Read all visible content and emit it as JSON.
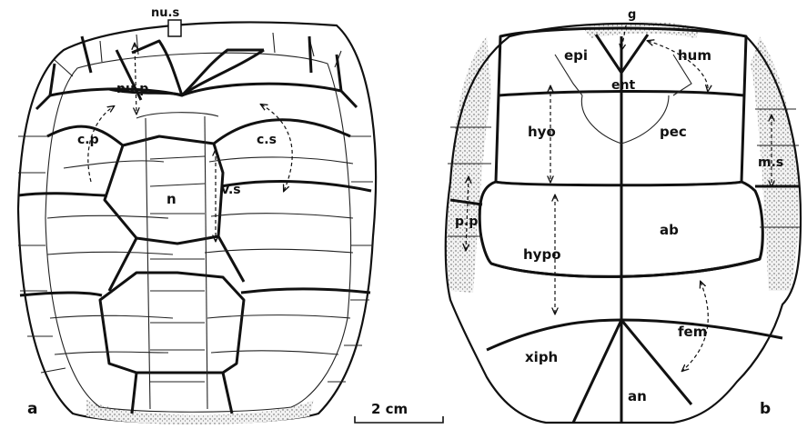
{
  "panels": {
    "a": "a",
    "b": "b"
  },
  "scale_bar": {
    "label": "2 cm"
  },
  "carapace_labels": {
    "nuchal_scute": "nu.s",
    "nuchal_plate": "nu.p",
    "costal_plate": "c.p",
    "costal_scute": "c.s",
    "neural": "n",
    "vertebral_scute": "v.s"
  },
  "plastron_labels": {
    "gular": "g",
    "epiplastron": "epi",
    "humeral": "hum",
    "entoplastron": "ent",
    "hyoplastron": "hyo",
    "pectoral": "pec",
    "marginal_scute": "m.s",
    "peripheral_plate": "p.p",
    "hypoplastron": "hypo",
    "abdominal": "ab",
    "femoral": "fem",
    "xiphiplastron": "xiph",
    "anal": "an"
  }
}
